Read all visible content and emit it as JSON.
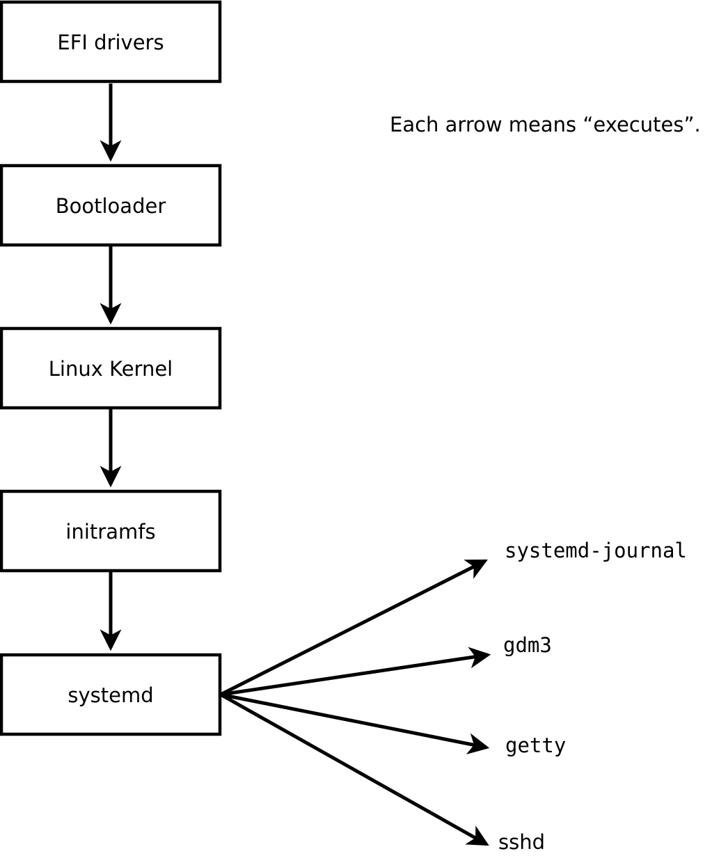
{
  "diagram": {
    "caption": "Each arrow means “executes”.",
    "boot_chain": [
      {
        "label": "EFI drivers"
      },
      {
        "label": "Bootloader"
      },
      {
        "label": "Linux Kernel"
      },
      {
        "label": "initramfs"
      },
      {
        "label": "systemd"
      }
    ],
    "spawned_processes": [
      {
        "label": "systemd-journal"
      },
      {
        "label": "gdm3"
      },
      {
        "label": "getty"
      },
      {
        "label": "sshd"
      }
    ],
    "colors": {
      "stroke": "#000000",
      "node_fill": "#ffffff",
      "background": "#ffffff",
      "text": "#000000"
    }
  }
}
